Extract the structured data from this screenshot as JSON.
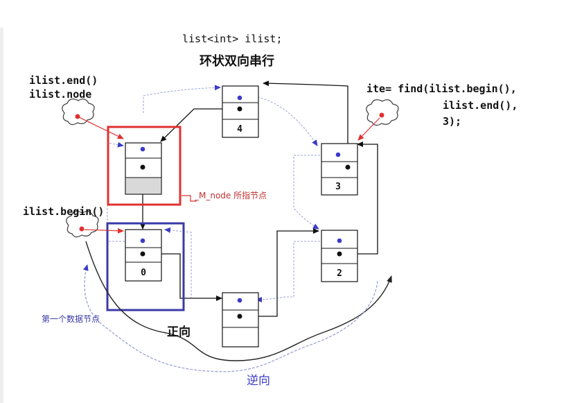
{
  "header": {
    "code_line": "list<int> ilist;",
    "caption": "环状双向串行"
  },
  "labels": {
    "end_line1": "ilist.end()",
    "end_line2": "ilist.node",
    "begin": "ilist.begin()",
    "find_line1": "ite= find(ilist.begin(),",
    "find_line2": "ilist.end(),",
    "find_line3": "3);",
    "m_node": "_M_node 所指节点",
    "first_node": "第一个数据节点",
    "forward": "正向",
    "backward": "逆向"
  },
  "nodes": [
    {
      "id": "sentinel",
      "value": ""
    },
    {
      "id": "n0",
      "value": "0"
    },
    {
      "id": "n1",
      "value": ""
    },
    {
      "id": "n2",
      "value": "2"
    },
    {
      "id": "n3",
      "value": "3"
    },
    {
      "id": "n4",
      "value": "4"
    }
  ],
  "colors": {
    "sentinel_frame": "#e03030",
    "first_frame": "#3a3aa8",
    "next_link": "#111111",
    "prev_link": "#9aa2d8",
    "iterator_arrow": "#e03030",
    "dot_blue": "#3a3ac8",
    "sentinel_fill": "#d9d9d9"
  }
}
